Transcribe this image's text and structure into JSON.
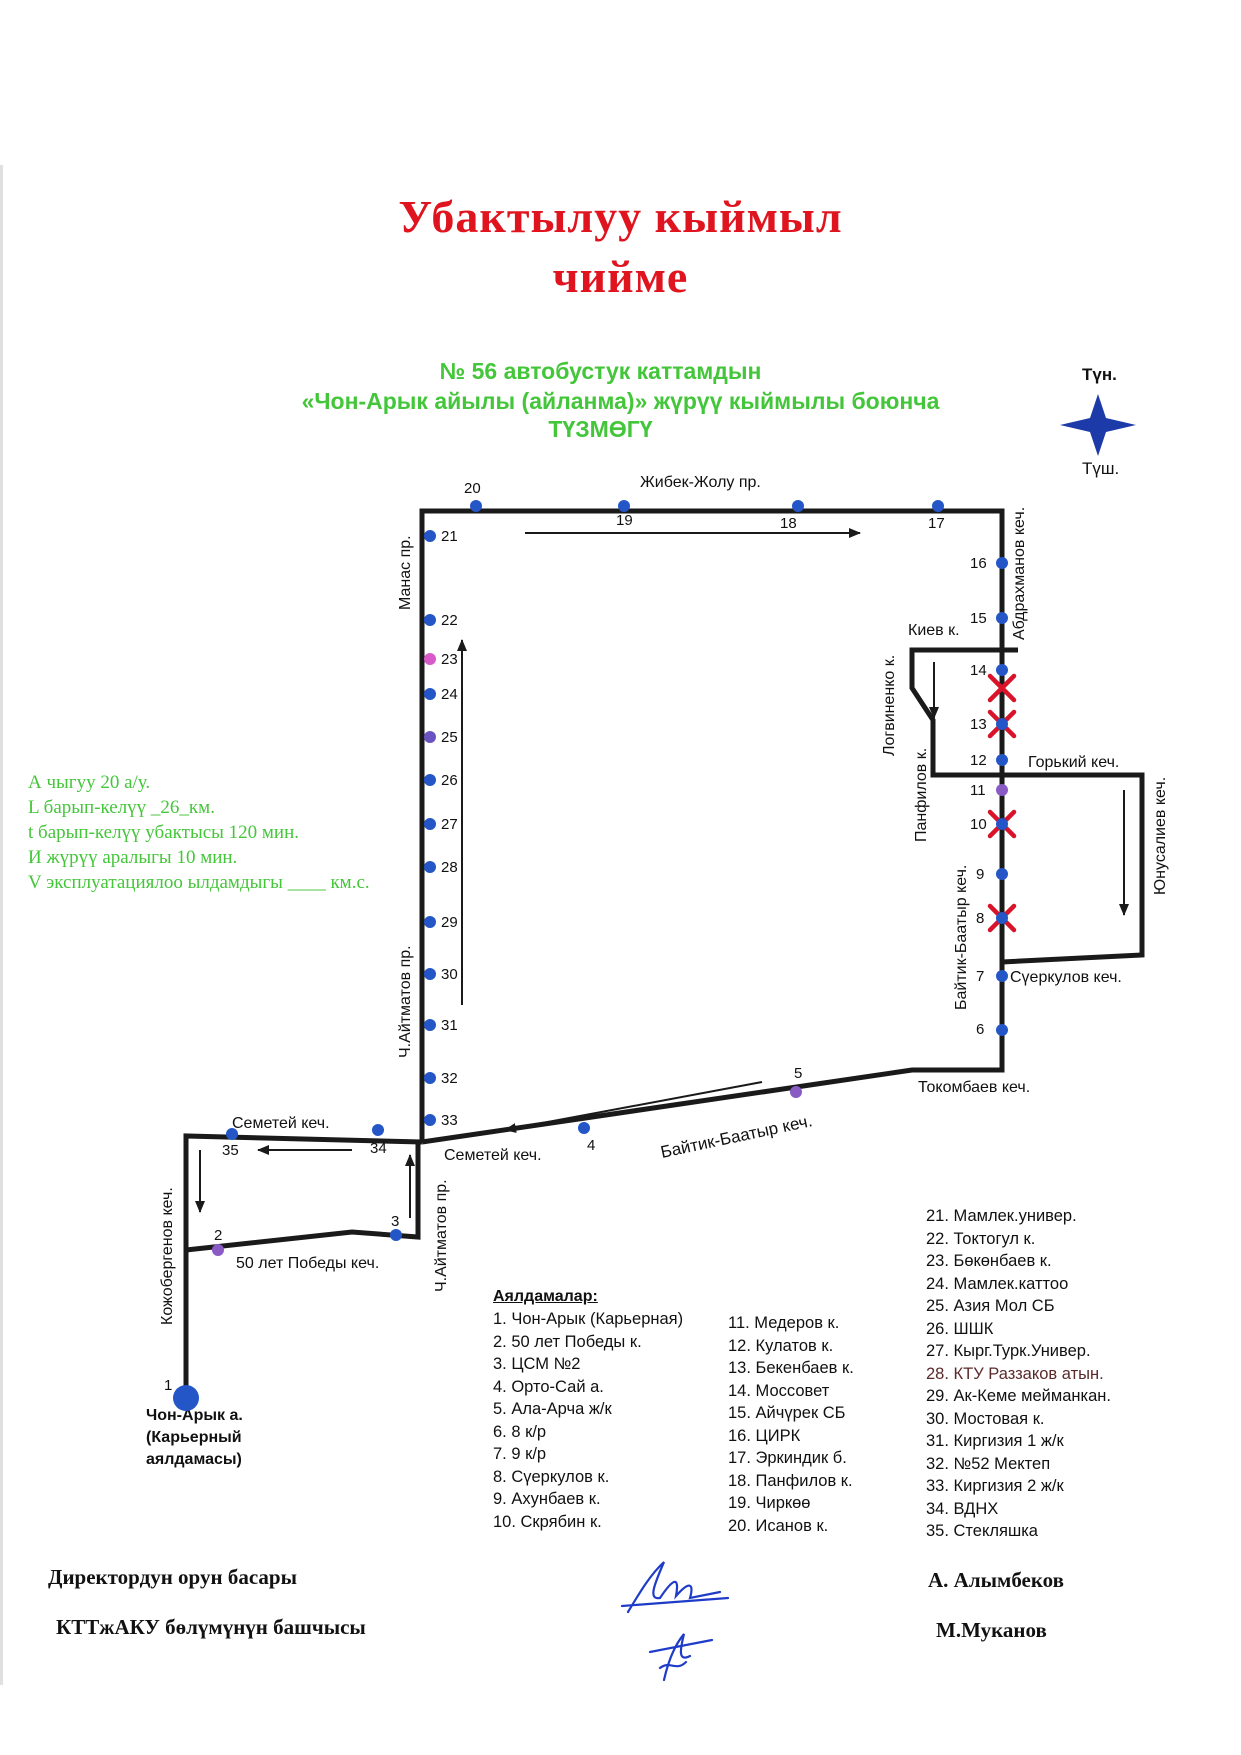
{
  "title": {
    "line1": "Убактылуу кыймыл",
    "line2": "чийме"
  },
  "subtitle": {
    "line1": "№ 56  автобустук каттамдын",
    "line2": "«Чон-Арык айылы (айланма)»  жүрүү кыймылы боюнча",
    "line3": "ТҮЗМӨГҮ"
  },
  "compass": {
    "north": "Түн.",
    "south": "Түш."
  },
  "params": [
    "А чыгуу 20 а/у.",
    "L барып-келүү   _26_км.",
    "t барып-келүү убактысы 120 мин.",
    "И жүрүү аралыгы  10  мин.",
    "V эксплуатациялоо ылдамдыгы ____ км.с."
  ],
  "streets": {
    "zhibek": "Жибек-Жолу пр.",
    "manas": "Манас пр.",
    "abdrakhmanov": "Абдрахманов кеч.",
    "kiev": "Киев к.",
    "logvinenko": "Логвиненко к.",
    "panfilov": "Панфилов к.",
    "gorky": "Горький  кеч.",
    "yunusaliev": "Юнусалиев кеч.",
    "baitik_v": "Байтик-Баатыр кеч.",
    "suerkulov": "Сүеркулов  кеч.",
    "tokombaev": "Токомбаев  кеч.",
    "baitik_d": "Байтик-Баатыр кеч.",
    "semetey_r": "Семетей  кеч.",
    "semetey_l": "Семетей  кеч.",
    "aitmatov_up": "Ч.Айтматов пр.",
    "aitmatov_low": "Ч.Айтматов пр.",
    "kozhobergenov": "Кожобергенов кеч.",
    "pobedy": "50 лет Победы кеч."
  },
  "terminal": [
    "Чон-Арык а.",
    "(Карьерный",
    "аялдамасы)"
  ],
  "stop_numbers": [
    "1",
    "2",
    "3",
    "4",
    "5",
    "6",
    "7",
    "8",
    "9",
    "10",
    "11",
    "12",
    "13",
    "14",
    "15",
    "16",
    "17",
    "18",
    "19",
    "20",
    "21",
    "22",
    "23",
    "24",
    "25",
    "26",
    "27",
    "28",
    "29",
    "30",
    "31",
    "32",
    "33",
    "34",
    "35"
  ],
  "stops_heading": "Аялдамалар:",
  "stops": {
    "col1": [
      "1. Чон-Арык  (Карьерная)",
      "2. 50 лет Победы к.",
      "3. ЦСМ №2",
      "4. Орто-Сай а.",
      "5. Ала-Арча ж/к",
      "6. 8 к/р",
      "7. 9 к/р",
      "8. Сүеркулов к.",
      "9. Ахунбаев к.",
      "10. Скрябин к."
    ],
    "col2": [
      "11. Медеров к.",
      "12. Кулатов к.",
      "13. Бекенбаев к.",
      "14. Моссовет",
      "15. Айчүрек СБ",
      "16. ЦИРК",
      "17. Эркиндик б.",
      "18. Панфилов к.",
      "19. Чиркөө",
      "20. Исанов к."
    ],
    "col3": [
      "21. Мамлек.универ.",
      "22. Токтогул к.",
      "23. Бөкөнбаев к.",
      "24. Мамлек.каттоо",
      "25. Азия Мол СБ",
      "26. ШШК",
      "27. Кырг.Турк.Универ.",
      "28. КТУ Раззаков атын.",
      "29. Ак-Кеме мейманкан.",
      "30. Мостовая к.",
      "31. Киргизия 1 ж/к",
      "32. №52 Мектеп",
      "33. Киргизия 2 ж/к",
      "34. ВДНХ",
      "35. Стекляшка"
    ]
  },
  "signatures": {
    "role1": "Директордун орун басары",
    "role2": "КТТжАКУ  бөлүмүнүн башчысы",
    "name1": "А. Алымбеков",
    "name2": "М.Муканов"
  },
  "colors": {
    "title": "#e0141e",
    "subtitle": "#44c63a",
    "route": "#1a1a1a",
    "stop": "#2456c8",
    "closed_mark": "#d8132a",
    "compass": "#1c3aa8"
  }
}
